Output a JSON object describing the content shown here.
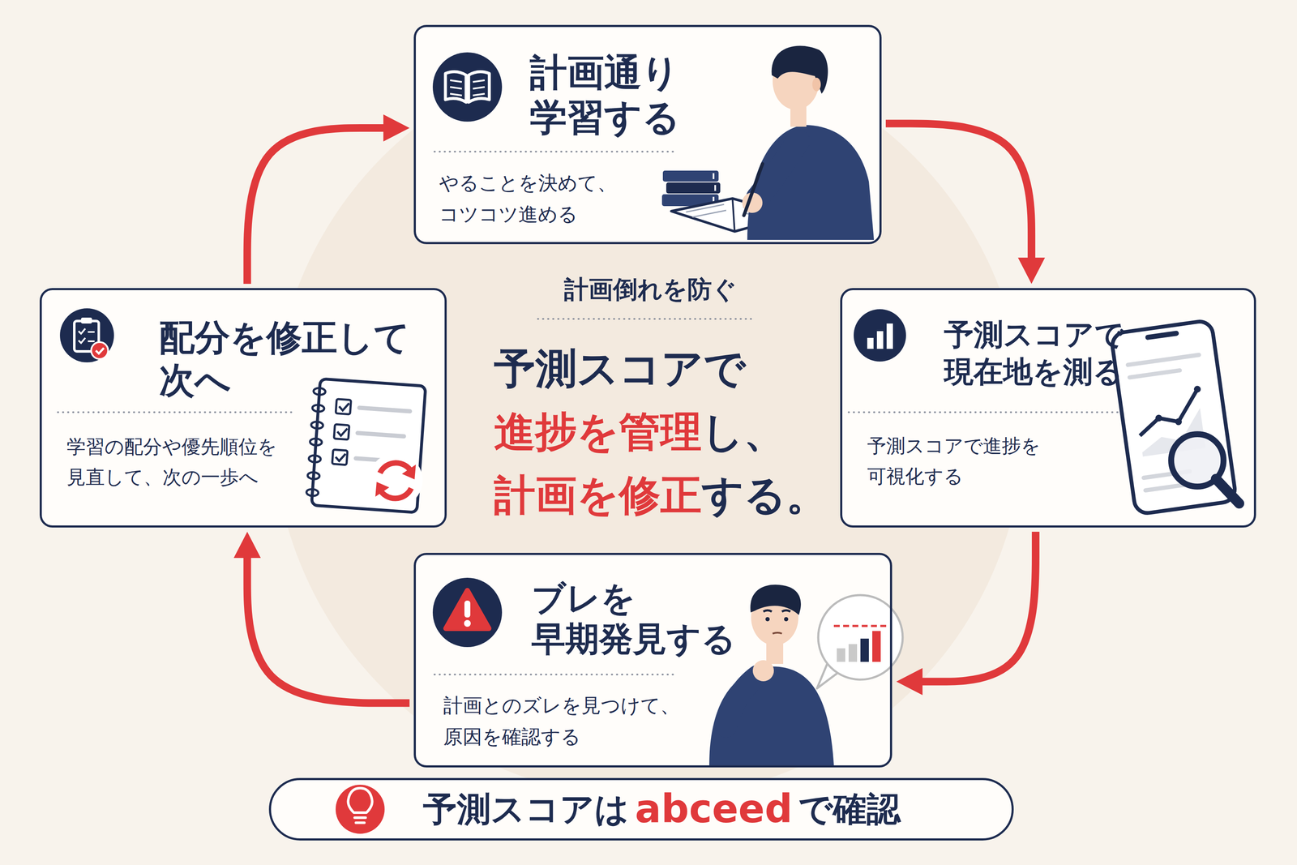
{
  "diagram": {
    "nodes": [
      {
        "text": [
          "計画通り 学習する",
          "やることを決めて、 コツコツ進める"
        ]
      },
      {
        "text": [
          "予測スコアで 現在地を測る",
          "予測スコアで進捗を 可視化する"
        ]
      },
      {
        "text": [
          "ブレを 早期発見する",
          "計画とのズレを見つけて、 原因を確認する"
        ]
      },
      {
        "text": [
          "配分を修正して 次へ",
          "学習の配分や優先順位を 見直して、次の一歩へ"
        ]
      },
      {
        "text": [
          "予測スコアは",
          "abceed",
          "で確認"
        ]
      }
    ],
    "edges": [
      {
        "from": 0,
        "to": 1,
        "arrow": "to"
      },
      {
        "from": 1,
        "to": 2,
        "arrow": "to"
      },
      {
        "from": 2,
        "to": 3,
        "arrow": "to"
      },
      {
        "from": 3,
        "to": 0,
        "arrow": "to"
      }
    ],
    "labels": [
      "計画倒れを防ぐ",
      "予測スコアで",
      "進捗を管理",
      "し、",
      "計画を修正",
      "する。"
    ]
  }
}
